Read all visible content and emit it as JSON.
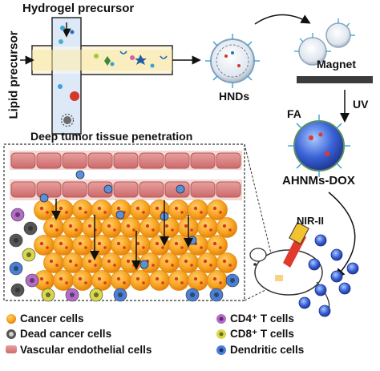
{
  "top": {
    "hydrogel_precursor": "Hydrogel precursor",
    "lipid_precursor": "Lipid precursor",
    "hnds": "HNDs",
    "magnet": "Magnet",
    "uv": "UV",
    "fa": "FA",
    "ahnms_dox": "AHNMs-DOX"
  },
  "middle": {
    "section_title": "Deep tumor tissue penetration",
    "nir": "NIR-II"
  },
  "legend": [
    {
      "label": "Cancer cells",
      "icon": "cancer-cell-icon",
      "color": "#f08a1c"
    },
    {
      "label": "CD4⁺ T cells",
      "icon": "cd4-t-cell-icon",
      "color": "#b56bc9"
    },
    {
      "label": "Dead cancer cells",
      "icon": "dead-cancer-cell-icon",
      "color": "#8a8a8a"
    },
    {
      "label": "CD8⁺ T cells",
      "icon": "cd8-t-cell-icon",
      "color": "#d8d84a"
    },
    {
      "label": "Vascular endothelial cells",
      "icon": "endothelial-cell-icon",
      "color": "#e88a8a"
    },
    {
      "label": "Dendritic cells",
      "icon": "dendritic-cell-icon",
      "color": "#4a7fd6"
    }
  ]
}
